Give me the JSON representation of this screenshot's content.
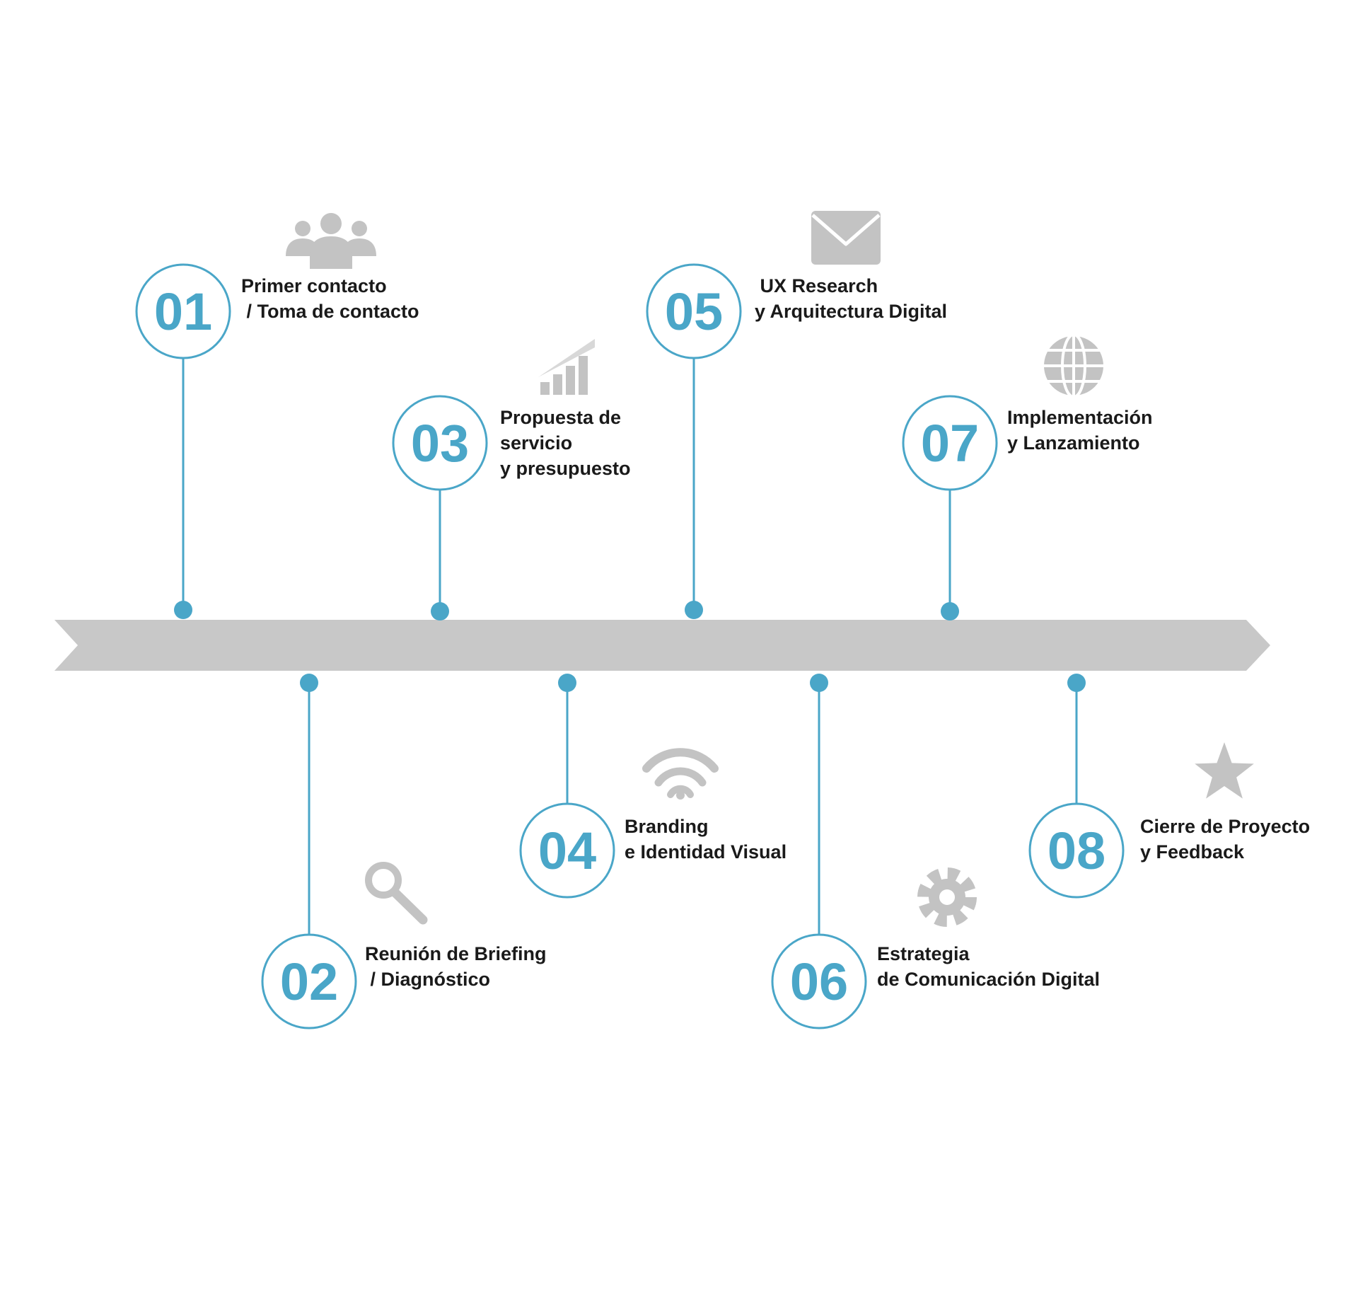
{
  "colors": {
    "accent": "#4aa6c8",
    "arrow": "#c8c8c8",
    "icon": "#c3c3c3",
    "text": "#1a1a1a",
    "background": "#ffffff"
  },
  "steps": [
    {
      "number": "01",
      "lines": [
        "Primer contacto",
        " / Toma de contacto"
      ],
      "icon": "people-icon",
      "position": "above"
    },
    {
      "number": "02",
      "lines": [
        "Reunión de Briefing",
        " / Diagnóstico"
      ],
      "icon": "magnifier-icon",
      "position": "below"
    },
    {
      "number": "03",
      "lines": [
        "Propuesta de",
        "servicio",
        "y presupuesto"
      ],
      "icon": "bar-chart-icon",
      "position": "above"
    },
    {
      "number": "04",
      "lines": [
        "Branding",
        "e Identidad Visual"
      ],
      "icon": "wifi-icon",
      "position": "below"
    },
    {
      "number": "05",
      "lines": [
        " UX Research",
        "y Arquitectura Digital"
      ],
      "icon": "envelope-icon",
      "position": "above"
    },
    {
      "number": "06",
      "lines": [
        "Estrategia",
        "de Comunicación Digital"
      ],
      "icon": "gear-icon",
      "position": "below"
    },
    {
      "number": "07",
      "lines": [
        "Implementación",
        "y Lanzamiento"
      ],
      "icon": "globe-icon",
      "position": "above"
    },
    {
      "number": "08",
      "lines": [
        "Cierre de Proyecto",
        "y Feedback"
      ],
      "icon": "star-icon",
      "position": "below"
    }
  ]
}
